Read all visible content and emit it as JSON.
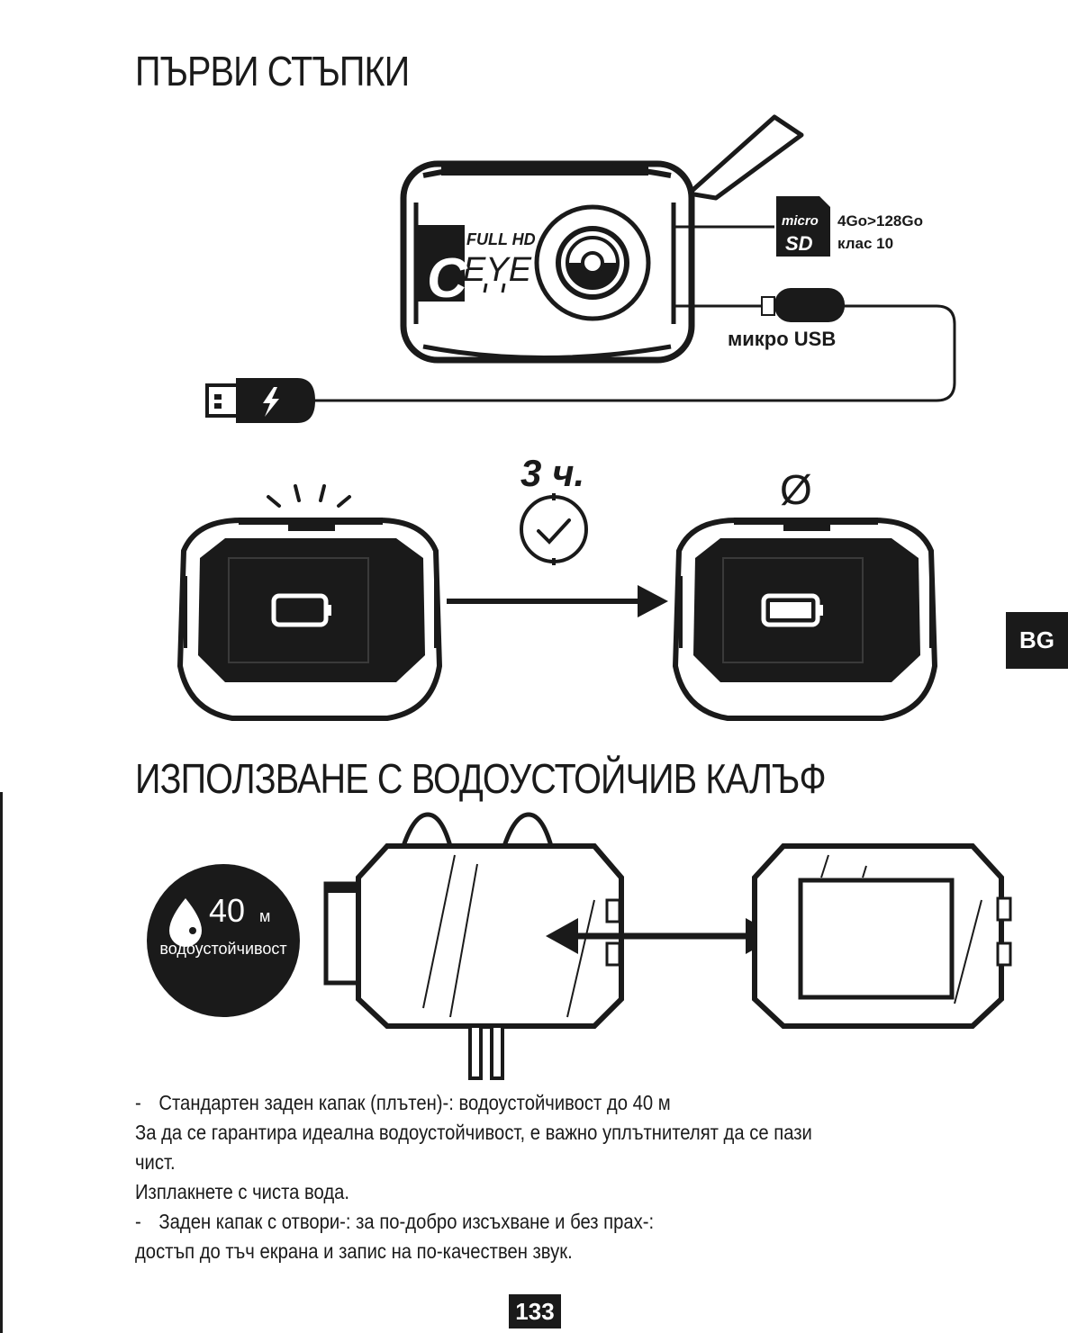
{
  "headings": {
    "getting_started": "ПЪРВИ СТЪПКИ",
    "waterproof_case": "ИЗПОЛЗВАНЕ С ВОДОУСТОЙЧИВ КАЛЪФ"
  },
  "camera": {
    "logo_top": "FULL HD",
    "logo_brand": "EYE",
    "logo_letter": "C"
  },
  "sd_card": {
    "micro": "micro",
    "sd": "SD",
    "capacity": "4Go>128Go",
    "class": "клас 10"
  },
  "usb": {
    "micro_usb_label": "микро USB"
  },
  "charging": {
    "duration": "3 ч.",
    "done_symbol": "Ø"
  },
  "waterproof": {
    "depth_value": "40",
    "depth_unit": "м",
    "label": "водоустойчивост"
  },
  "instructions": [
    {
      "dash": "-",
      "text": "Стандартен заден капак (плътен)-: водоустойчивост до 40 м"
    },
    {
      "dash": "",
      "text": "За да се гарантира идеална водоустойчивост, е важно уплътнителят да се пази"
    },
    {
      "dash": "",
      "text": "чист."
    },
    {
      "dash": "",
      "text": "Изплакнете с чиста вода."
    },
    {
      "dash": "-",
      "text": "Заден капак с отвори-: за по-добро изсъхване и без прах-:"
    },
    {
      "dash": "",
      "text": "достъп до тъч екрана и запис на по-качествен звук."
    }
  ],
  "language_tab": "BG",
  "page_number": "133"
}
